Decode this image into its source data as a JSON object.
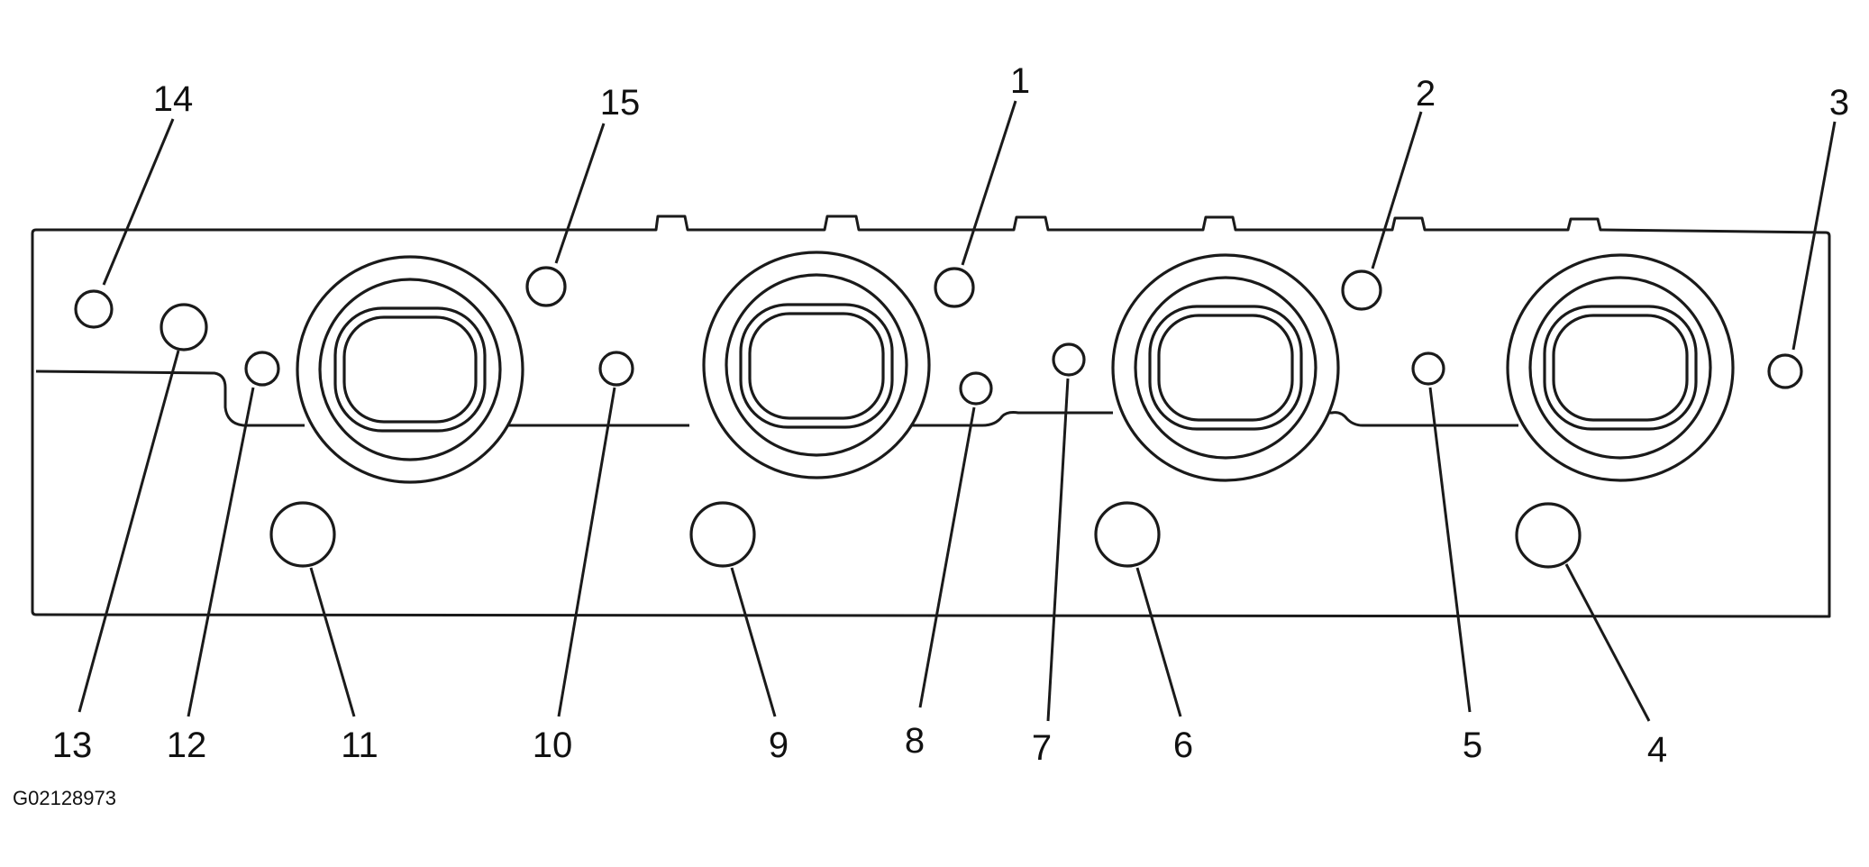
{
  "diagram": {
    "figure_code": "G02128973",
    "callouts": [
      {
        "id": "callout-1",
        "label": "1"
      },
      {
        "id": "callout-2",
        "label": "2"
      },
      {
        "id": "callout-3",
        "label": "3"
      },
      {
        "id": "callout-4",
        "label": "4"
      },
      {
        "id": "callout-5",
        "label": "5"
      },
      {
        "id": "callout-6",
        "label": "6"
      },
      {
        "id": "callout-7",
        "label": "7"
      },
      {
        "id": "callout-8",
        "label": "8"
      },
      {
        "id": "callout-9",
        "label": "9"
      },
      {
        "id": "callout-10",
        "label": "10"
      },
      {
        "id": "callout-11",
        "label": "11"
      },
      {
        "id": "callout-12",
        "label": "12"
      },
      {
        "id": "callout-13",
        "label": "13"
      },
      {
        "id": "callout-14",
        "label": "14"
      },
      {
        "id": "callout-15",
        "label": "15"
      }
    ]
  }
}
